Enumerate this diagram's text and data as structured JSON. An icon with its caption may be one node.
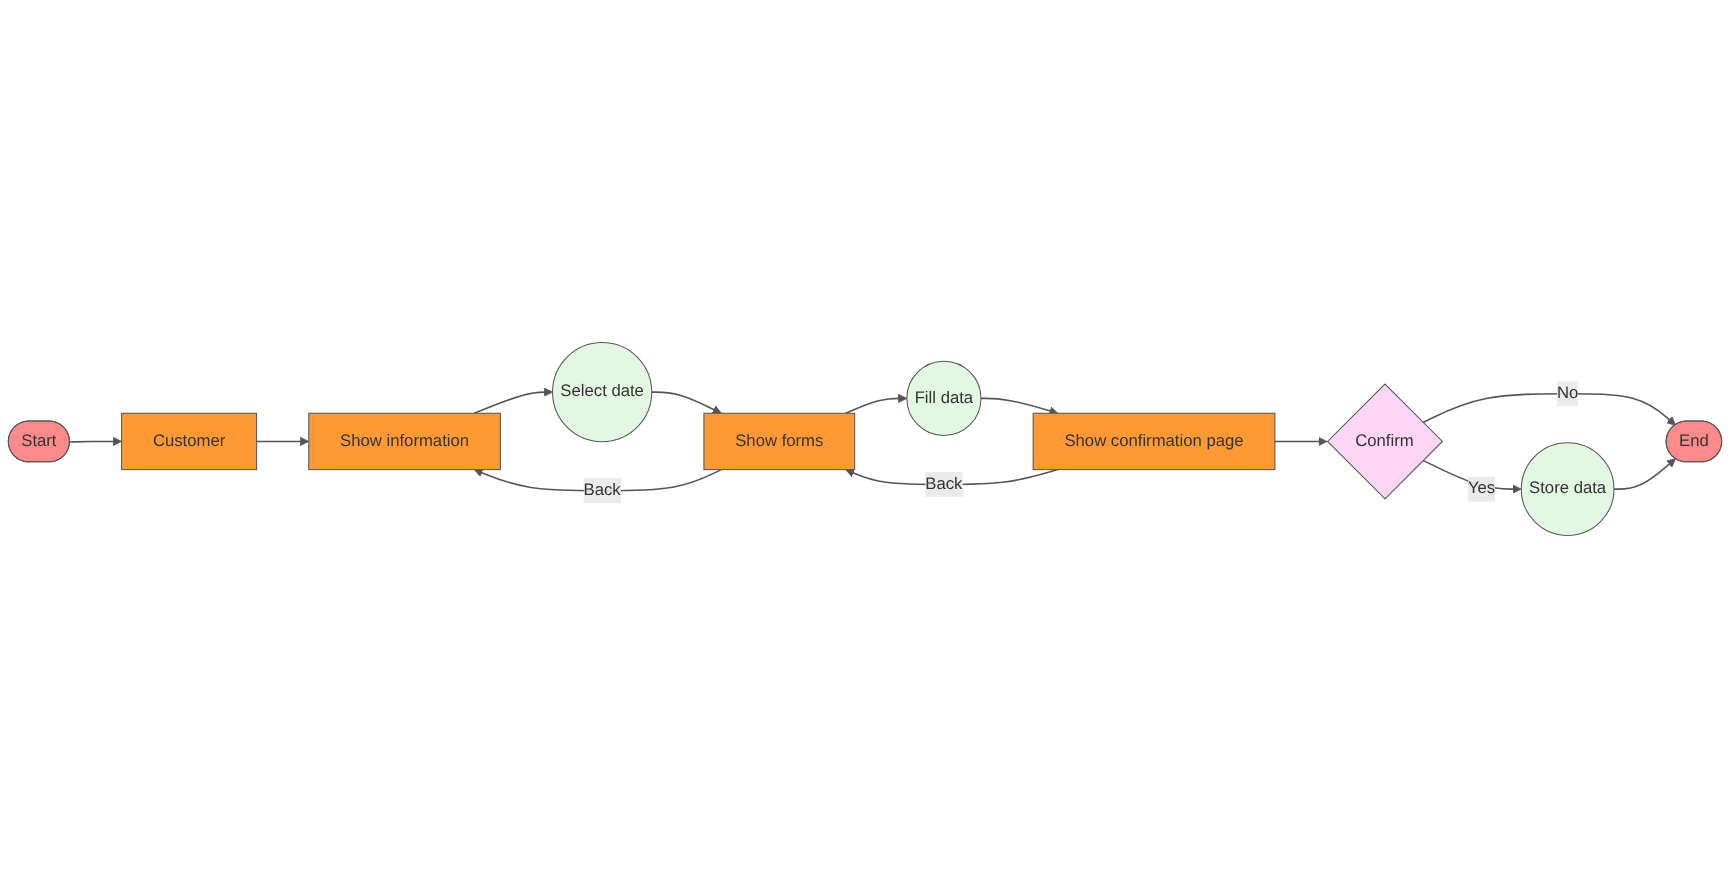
{
  "diagram": {
    "nodes": [
      {
        "text": [
          "Start"
        ]
      },
      {
        "text": [
          "Customer"
        ]
      },
      {
        "text": [
          "Show information"
        ]
      },
      {
        "text": [
          "Select date"
        ]
      },
      {
        "text": [
          "Show forms"
        ]
      },
      {
        "text": [
          "Fill data"
        ]
      },
      {
        "text": [
          "Show confirmation page"
        ]
      },
      {
        "text": [
          "Confirm"
        ]
      },
      {
        "text": [
          "Store data"
        ]
      },
      {
        "text": [
          "End"
        ]
      }
    ],
    "edges": [
      {
        "from": 0,
        "to": 1,
        "arrow": "to"
      },
      {
        "from": 1,
        "to": 2,
        "arrow": "to"
      },
      {
        "from": 2,
        "to": 3,
        "arrow": "to"
      },
      {
        "from": 3,
        "to": 4,
        "arrow": "to"
      },
      {
        "from": 4,
        "to": 5,
        "arrow": "to"
      },
      {
        "from": 5,
        "to": 6,
        "arrow": "to"
      },
      {
        "from": 4,
        "to": 2,
        "label": "Back",
        "arrow": "to"
      },
      {
        "from": 6,
        "to": 4,
        "label": "Back",
        "arrow": "to"
      },
      {
        "from": 6,
        "to": 7,
        "arrow": "to"
      },
      {
        "from": 7,
        "to": 8,
        "label": "Yes",
        "arrow": "to"
      },
      {
        "from": 7,
        "to": 9,
        "label": "No",
        "arrow": "to"
      },
      {
        "from": 8,
        "to": 9,
        "arrow": "to"
      }
    ]
  }
}
